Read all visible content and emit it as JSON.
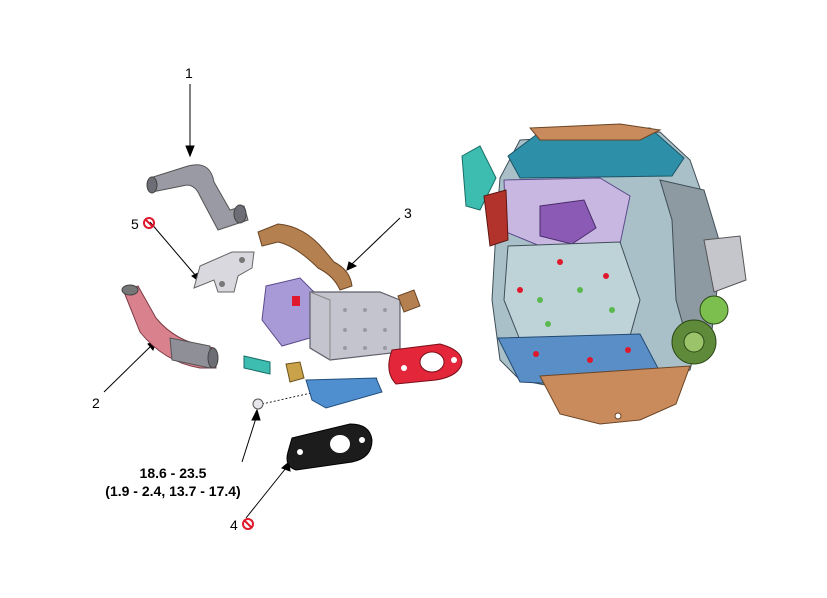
{
  "callouts": {
    "c1": "1",
    "c2": "2",
    "c3": "3",
    "c4": "4",
    "c5": "5"
  },
  "torque": {
    "line1": "18.6 - 23.5",
    "line2": "(1.9 - 2.4, 13.7 - 17.4)"
  },
  "icons": {
    "no_reuse": "no-reuse-icon"
  },
  "colors": {
    "engine_teal": "#2e8fa8",
    "engine_purple": "#8b5ab5",
    "engine_copper": "#c98a5c",
    "gasket_red": "#e0182d",
    "cooler_grey": "#b8b8c4"
  }
}
